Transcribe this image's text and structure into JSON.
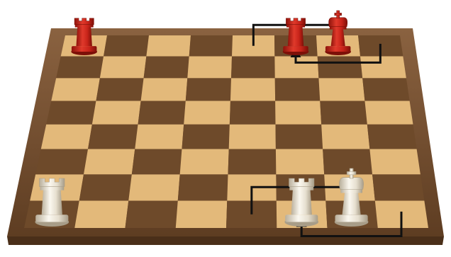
{
  "scene": {
    "board": {
      "files": 8,
      "ranks": 8,
      "light_square_color": "#e3b97a",
      "dark_square_color": "#6e4a2a",
      "frame_color": "#7a5433"
    },
    "pieces": [
      {
        "id": "red-rook-left",
        "type": "rook",
        "color": "red",
        "square": "a8"
      },
      {
        "id": "red-rook-castled",
        "type": "rook",
        "color": "red",
        "square": "f8"
      },
      {
        "id": "red-king-castled",
        "type": "king",
        "color": "red",
        "square": "g8"
      },
      {
        "id": "white-rook-left",
        "type": "rook",
        "color": "white",
        "square": "a1"
      },
      {
        "id": "white-rook-castled",
        "type": "rook",
        "color": "white",
        "square": "f1"
      },
      {
        "id": "white-king-castled",
        "type": "king",
        "color": "white",
        "square": "g1"
      }
    ],
    "castling_arrows": [
      {
        "side": "red",
        "move": "king",
        "from": "e8",
        "to": "g8"
      },
      {
        "side": "red",
        "move": "rook",
        "from": "h8",
        "to": "f8"
      },
      {
        "side": "white",
        "move": "king",
        "from": "e1",
        "to": "g1"
      },
      {
        "side": "white",
        "move": "rook",
        "from": "h1",
        "to": "f1"
      }
    ],
    "colors": {
      "red_piece": "#c8241a",
      "red_piece_dark": "#7d1008",
      "white_piece": "#ece6d8",
      "white_piece_dark": "#a89d88",
      "arrow": "#111111"
    }
  }
}
